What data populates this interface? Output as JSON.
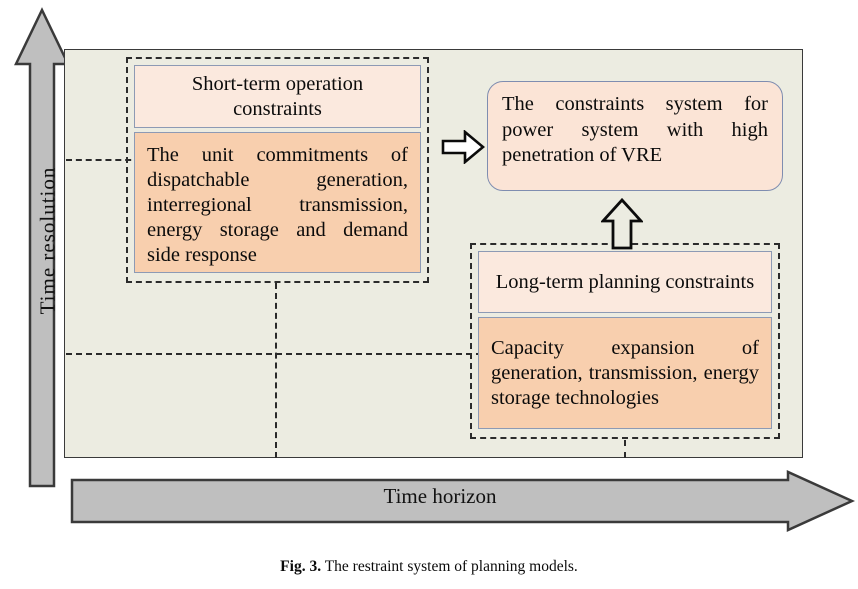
{
  "figure": {
    "caption_label": "Fig. 3.",
    "caption_text": "The restraint system of planning models.",
    "background": "#ecece1"
  },
  "axes": {
    "vertical": {
      "label": "Time  resolution",
      "direction": "up",
      "color": "#bfbfbf"
    },
    "horizontal": {
      "label": "Time horizon",
      "direction": "right",
      "color": "#bfbfbf"
    }
  },
  "groups": [
    {
      "id": "short-term",
      "title_box": {
        "label": "Short-term operation constraints",
        "fill": "#fbe9de"
      },
      "detail_box": {
        "label": "The unit commitments of dispatchable generation, interregional transmission, energy storage and demand side response",
        "fill": "#f8cfae"
      }
    },
    {
      "id": "long-term",
      "title_box": {
        "label": "Long-term planning constraints",
        "fill": "#fbe9de"
      },
      "detail_box": {
        "label": "Capacity expansion of generation, transmission, energy storage technologies",
        "fill": "#f8cfae"
      }
    }
  ],
  "summary": {
    "label": "The constraints system for power system with high penetration of VRE",
    "fill": "#fbe4d6",
    "border": "#7f8db0"
  },
  "connectors": {
    "right_arrow": "arrow-right-hollow",
    "up_arrow": "arrow-up-hollow"
  }
}
